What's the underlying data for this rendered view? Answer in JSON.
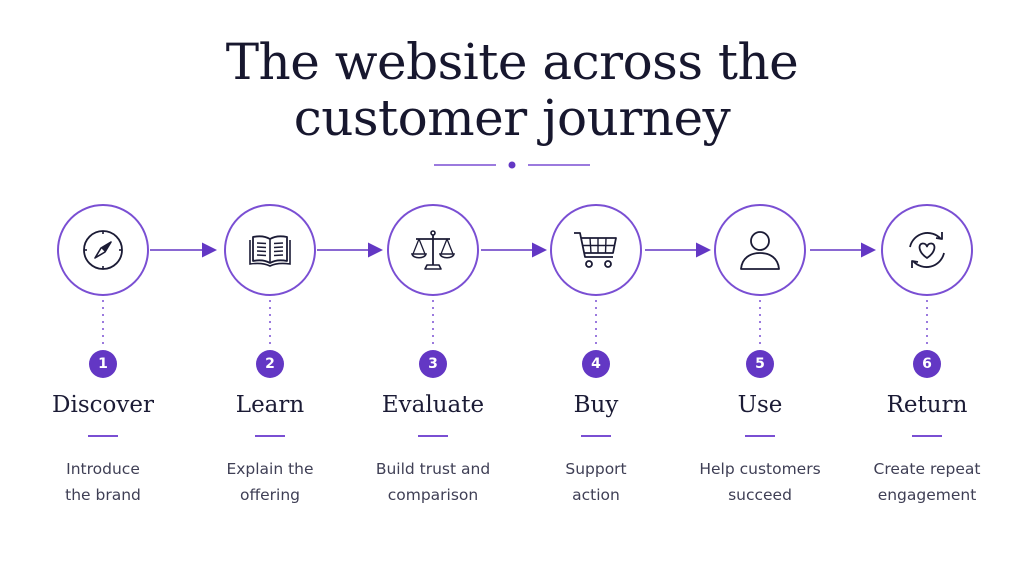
{
  "title": {
    "line1": "The website across the",
    "line2": "customer journey"
  },
  "accent_color": "#6337c4",
  "steps": [
    {
      "number": "1",
      "label": "Discover",
      "desc1": "Introduce",
      "desc2": "the brand",
      "icon": "compass-icon"
    },
    {
      "number": "2",
      "label": "Learn",
      "desc1": "Explain the",
      "desc2": "offering",
      "icon": "book-icon"
    },
    {
      "number": "3",
      "label": "Evaluate",
      "desc1": "Build trust and",
      "desc2": "comparison",
      "icon": "scales-icon"
    },
    {
      "number": "4",
      "label": "Buy",
      "desc1": "Support",
      "desc2": "action",
      "icon": "cart-icon"
    },
    {
      "number": "5",
      "label": "Use",
      "desc1": "Help customers",
      "desc2": "succeed",
      "icon": "user-icon"
    },
    {
      "number": "6",
      "label": "Return",
      "desc1": "Create repeat",
      "desc2": "engagement",
      "icon": "refresh-heart-icon"
    }
  ]
}
